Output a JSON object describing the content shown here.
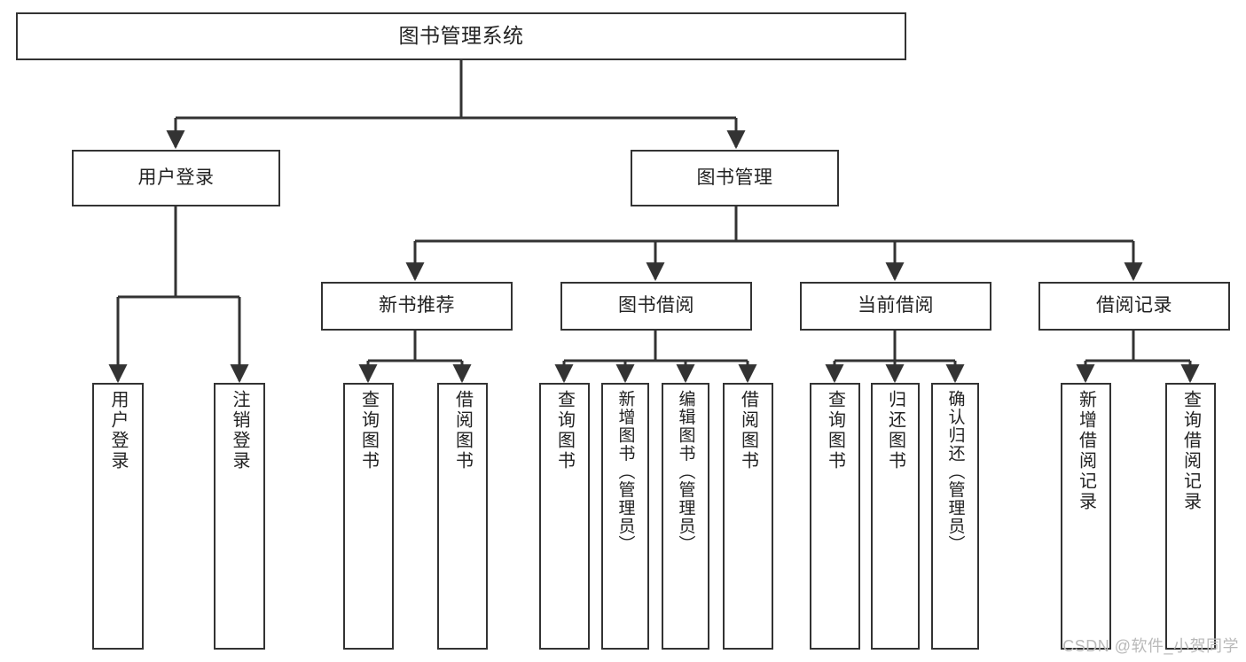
{
  "diagram": {
    "title": "图书管理系统",
    "type": "tree",
    "watermark": "CSDN @软件_小贺同学",
    "colors": {
      "border": "#333333",
      "background": "#ffffff",
      "text": "#222222",
      "watermark": "#b9b9b9"
    },
    "nodes": {
      "root": {
        "label": "图书管理系统",
        "level": 1
      },
      "user_login": {
        "label": "用户登录",
        "level": 2
      },
      "book_manage": {
        "label": "图书管理",
        "level": 2
      },
      "new_book_rec": {
        "label": "新书推荐",
        "level": 3
      },
      "book_borrow": {
        "label": "图书借阅",
        "level": 3
      },
      "current_borrow": {
        "label": "当前借阅",
        "level": 3
      },
      "borrow_record": {
        "label": "借阅记录",
        "level": 3
      },
      "leaf_user_login": {
        "label": "用户登录",
        "level": 3
      },
      "leaf_logout": {
        "label": "注销登录",
        "level": 3
      },
      "leaf_query_book_1": {
        "label": "查询图书",
        "level": 4
      },
      "leaf_borrow_book_1": {
        "label": "借阅图书",
        "level": 4
      },
      "leaf_query_book_2": {
        "label": "查询图书",
        "level": 4
      },
      "leaf_add_book": {
        "label": "新增图书（管理员）",
        "level": 4
      },
      "leaf_edit_book": {
        "label": "编辑图书（管理员）",
        "level": 4
      },
      "leaf_borrow_book_2": {
        "label": "借阅图书",
        "level": 4
      },
      "leaf_query_book_3": {
        "label": "查询图书",
        "level": 4
      },
      "leaf_return_book": {
        "label": "归还图书",
        "level": 4
      },
      "leaf_confirm_return": {
        "label": "确认归还（管理员）",
        "level": 4
      },
      "leaf_add_record": {
        "label": "新增借阅记录",
        "level": 4
      },
      "leaf_query_record": {
        "label": "查询借阅记录",
        "level": 4
      }
    },
    "edges": [
      {
        "from": "root",
        "to": "user_login"
      },
      {
        "from": "root",
        "to": "book_manage"
      },
      {
        "from": "user_login",
        "to": "leaf_user_login"
      },
      {
        "from": "user_login",
        "to": "leaf_logout"
      },
      {
        "from": "book_manage",
        "to": "new_book_rec"
      },
      {
        "from": "book_manage",
        "to": "book_borrow"
      },
      {
        "from": "book_manage",
        "to": "current_borrow"
      },
      {
        "from": "book_manage",
        "to": "borrow_record"
      },
      {
        "from": "new_book_rec",
        "to": "leaf_query_book_1"
      },
      {
        "from": "new_book_rec",
        "to": "leaf_borrow_book_1"
      },
      {
        "from": "book_borrow",
        "to": "leaf_query_book_2"
      },
      {
        "from": "book_borrow",
        "to": "leaf_add_book"
      },
      {
        "from": "book_borrow",
        "to": "leaf_edit_book"
      },
      {
        "from": "book_borrow",
        "to": "leaf_borrow_book_2"
      },
      {
        "from": "current_borrow",
        "to": "leaf_query_book_3"
      },
      {
        "from": "current_borrow",
        "to": "leaf_return_book"
      },
      {
        "from": "current_borrow",
        "to": "leaf_confirm_return"
      },
      {
        "from": "borrow_record",
        "to": "leaf_add_record"
      },
      {
        "from": "borrow_record",
        "to": "leaf_query_record"
      }
    ]
  }
}
